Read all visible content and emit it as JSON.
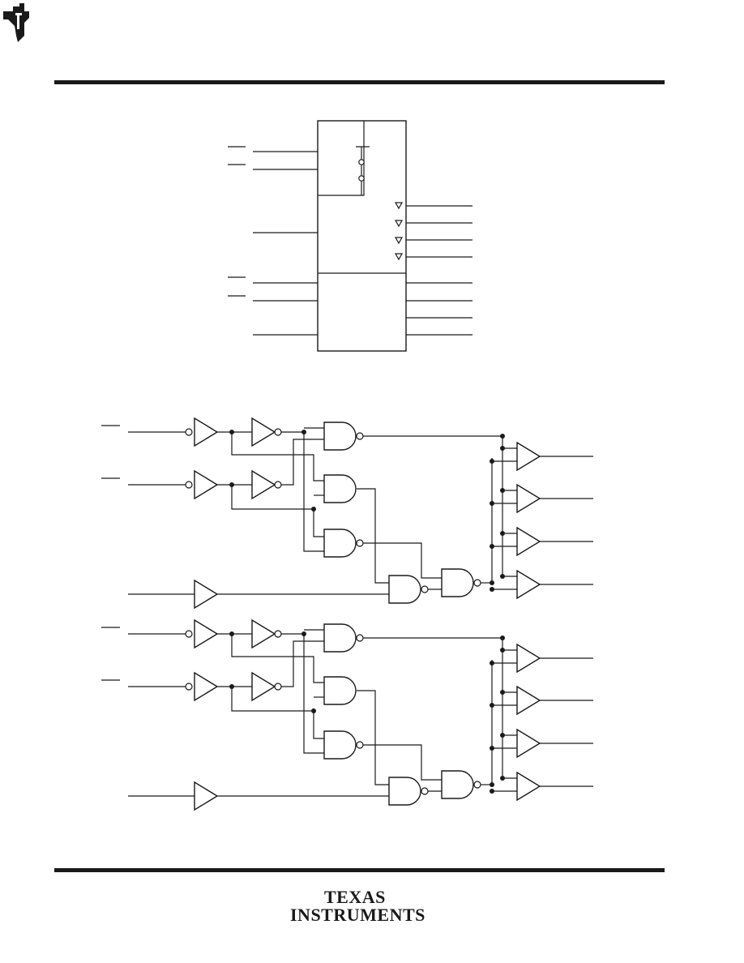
{
  "page": {
    "brand": {
      "logo_name": "texas-instruments-logo",
      "line1": "TEXAS",
      "line2": "INSTRUMENTS"
    }
  },
  "colors": {
    "ink": "#1a1a1a",
    "background": "#ffffff"
  },
  "logic_symbol": {
    "output_indicator": "open-triangle",
    "output_count_top": 4,
    "output_count_bottom": 4
  },
  "logic_diagram": {
    "sections": 2,
    "outputs_per_section": 4
  }
}
